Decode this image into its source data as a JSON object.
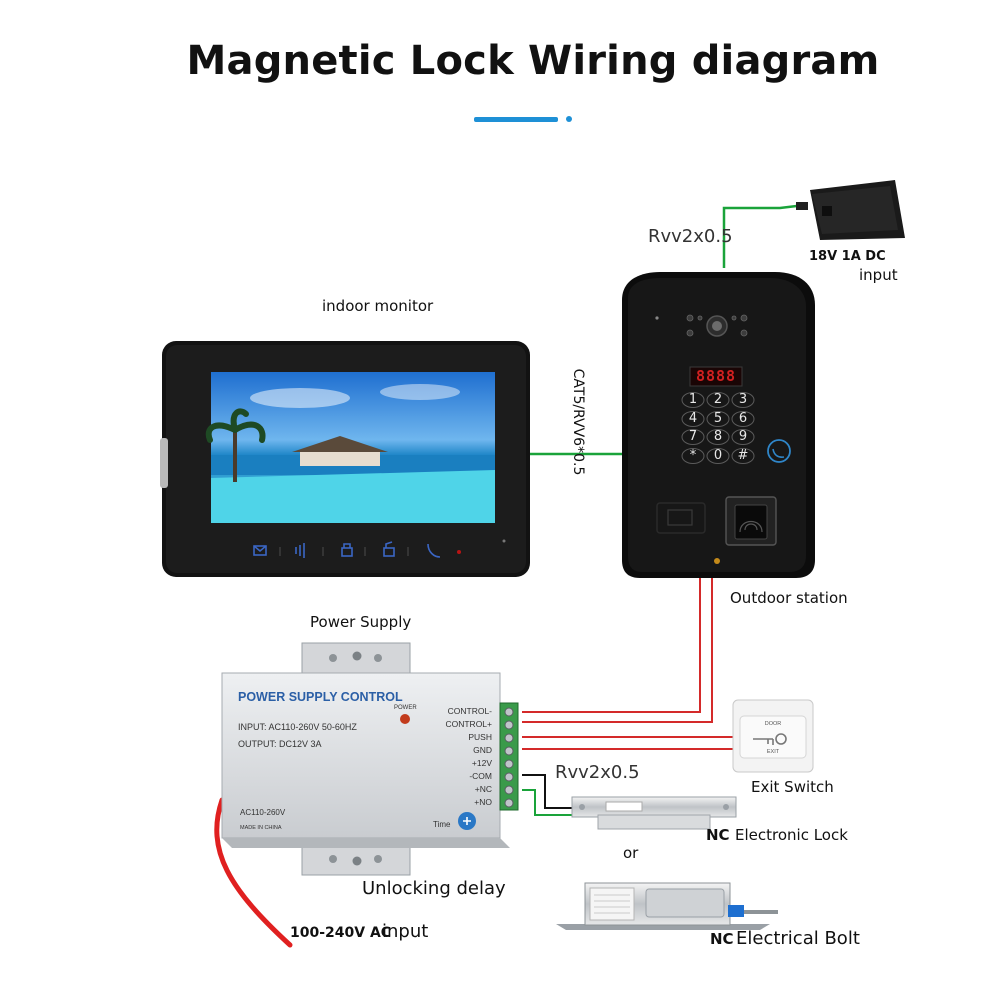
{
  "title": "Magnetic Lock  Wiring diagram",
  "labels": {
    "indoor_monitor": "indoor monitor",
    "outdoor_station": "Outdoor station",
    "power_supply": "Power Supply",
    "unlocking_delay": "Unlocking delay",
    "exit_switch": "Exit Switch",
    "electronic_lock_nc": "NC",
    "electronic_lock": "Electronic Lock",
    "or": "or",
    "electrical_bolt_nc": "NC",
    "electrical_bolt": "Electrical  Bolt",
    "cable_top": "Rvv2x0.5",
    "cable_lock": "Rvv2x0.5",
    "cable_cat5": "CAT5/RVV6*0.5",
    "dc_input_spec": "18V 1A DC",
    "dc_input": "input",
    "ac_input_spec": "100-240V AC",
    "ac_input": "input"
  },
  "psu": {
    "heading": "POWER SUPPLY CONTROL",
    "input_spec": "INPUT: AC110-260V 50-60HZ",
    "output_spec": "OUTPUT: DC12V  3A",
    "power_led": "POWER",
    "ac_tag": "AC110-260V",
    "made_in": "MADE IN CHINA",
    "time_knob": "Time",
    "terminals": [
      "CONTROL-",
      "CONTROL+",
      "PUSH",
      "GND",
      "+12V",
      "-COM",
      "+NC",
      "+NO"
    ]
  },
  "exit_button": {
    "top": "DOOR",
    "bottom": "EXIT"
  },
  "keypad": [
    "1",
    "2",
    "3",
    "4",
    "5",
    "6",
    "7",
    "8",
    "9",
    "*",
    "0",
    "#"
  ],
  "led_display": "8888",
  "colors": {
    "accent": "#1e90d6",
    "wire_green": "#1aa33a",
    "wire_red": "#d42a2a",
    "wire_black": "#111111"
  }
}
